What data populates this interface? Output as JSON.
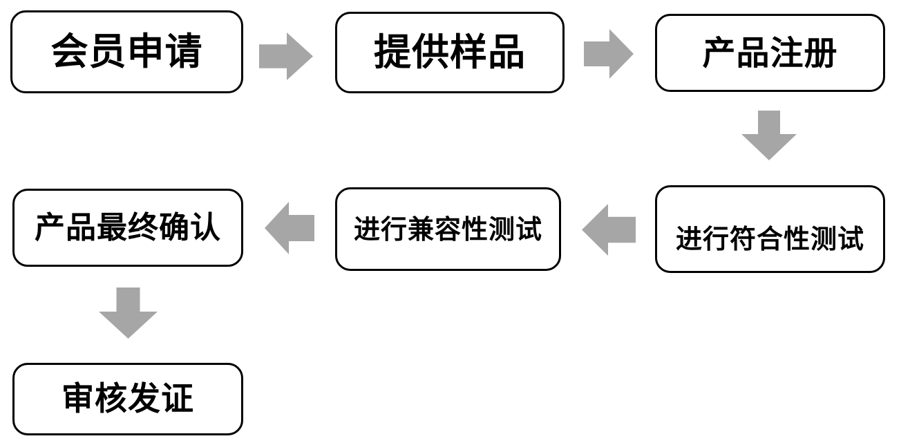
{
  "diagram": {
    "type": "flowchart",
    "background_color": "#ffffff",
    "node_fill_color": "#ffffff",
    "node_border_color": "#000000",
    "node_text_color": "#000000",
    "arrow_color": "#a6a6a6",
    "nodes": [
      {
        "label": "会员申请"
      },
      {
        "label": "提供样品"
      },
      {
        "label": "产品注册"
      },
      {
        "label": "进行符合性测试"
      },
      {
        "label": "进行兼容性测试"
      },
      {
        "label": "产品最终确认"
      },
      {
        "label": "审核发证"
      }
    ],
    "connectors": [
      {
        "from": "会员申请",
        "to": "提供样品",
        "direction": "right"
      },
      {
        "from": "提供样品",
        "to": "产品注册",
        "direction": "right"
      },
      {
        "from": "产品注册",
        "to": "进行符合性测试",
        "direction": "down"
      },
      {
        "from": "进行符合性测试",
        "to": "进行兼容性测试",
        "direction": "left"
      },
      {
        "from": "进行兼容性测试",
        "to": "产品最终确认",
        "direction": "left"
      },
      {
        "from": "产品最终确认",
        "to": "审核发证",
        "direction": "down"
      }
    ]
  }
}
